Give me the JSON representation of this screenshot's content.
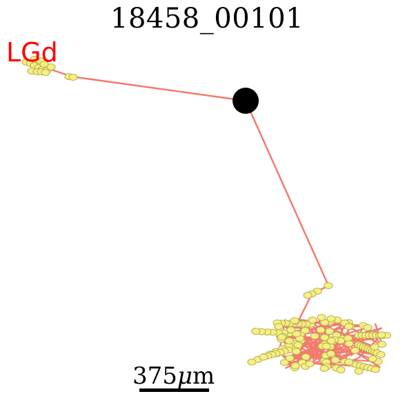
{
  "figure": {
    "title": "18458_00101",
    "region_label": "LGd",
    "scale_bar": {
      "value": "375",
      "unit_prefix": "μ",
      "unit_suffix": "m"
    }
  },
  "colors": {
    "neurite": "#f47a6e",
    "node_fill": "#f5ef86",
    "node_stroke": "#b8b04a",
    "soma": "#000000",
    "label": "#ff0000"
  }
}
